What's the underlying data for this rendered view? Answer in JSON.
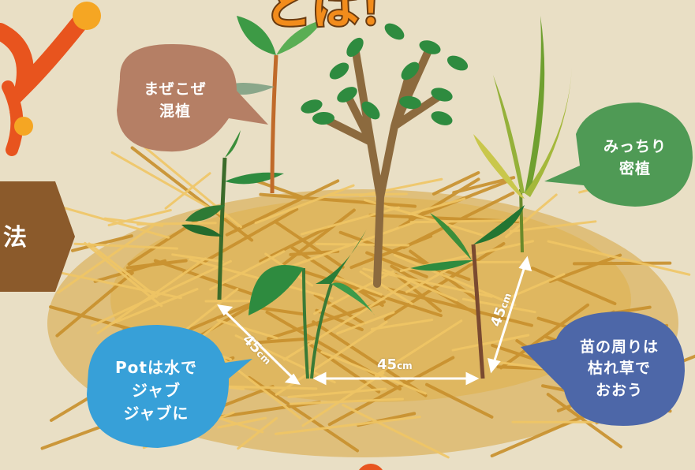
{
  "title_fragment": "とは！",
  "method_tag": {
    "label": "法"
  },
  "bubbles": {
    "mix": {
      "line1": "まぜこぜ",
      "line2": "混植"
    },
    "dense": {
      "line1": "みっちり",
      "line2": "密植"
    },
    "pot": {
      "line1": "Potは水で",
      "line2": "ジャブ",
      "line3": "ジャブに"
    },
    "straw": {
      "line1": "苗の周りは",
      "line2": "枯れ草で",
      "line3": "おおう"
    }
  },
  "measurements": {
    "diagonal": {
      "value": "45",
      "unit": "cm"
    },
    "horizontal": {
      "value": "45",
      "unit": "cm"
    },
    "vertical": {
      "value": "45",
      "unit": "cm"
    }
  },
  "colors": {
    "background": "#e9dfc5",
    "straw": "#d9a640",
    "bubble_mix": "#b57f65",
    "bubble_dense": "#4f9a55",
    "bubble_pot": "#37a0d8",
    "bubble_straw": "#4d67a8",
    "method_tag": "#8b5a2b",
    "title_orange": "#f28c1c",
    "leaf_green": "#2f8a3a"
  }
}
